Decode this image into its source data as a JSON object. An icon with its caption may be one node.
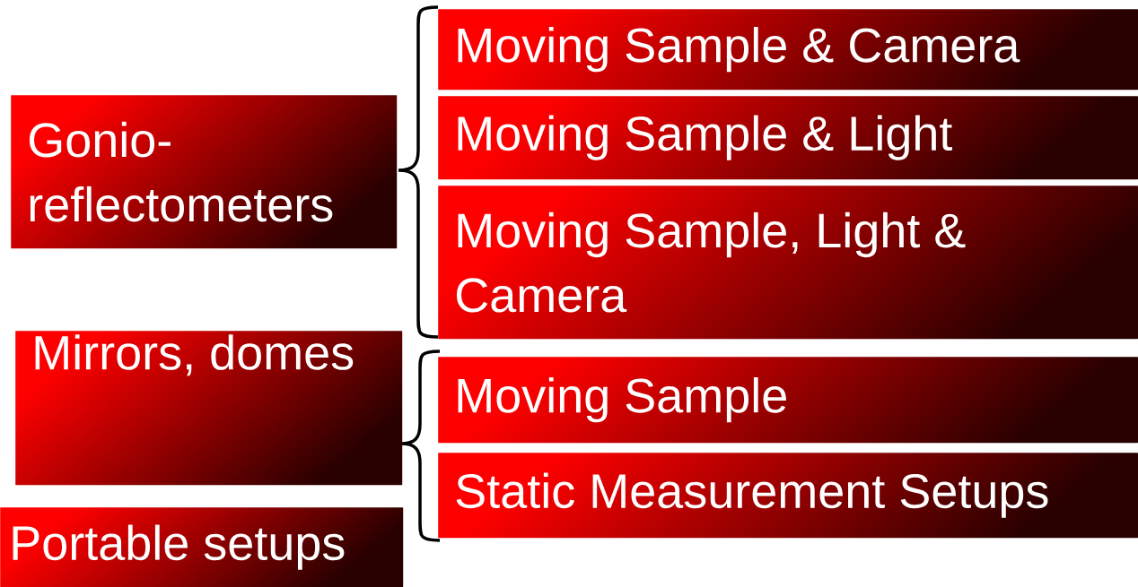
{
  "diagram": {
    "nodes": [
      {
        "text": [
          "Gonio- reflectometers"
        ]
      },
      {
        "text": [
          "Moving Sample & Camera"
        ]
      },
      {
        "text": [
          "Moving Sample & Light"
        ]
      },
      {
        "text": [
          "Moving Sample, Light & Camera"
        ]
      },
      {
        "text": [
          "Mirrors, domes"
        ]
      },
      {
        "text": [
          "Moving Sample"
        ]
      },
      {
        "text": [
          "Static Measurement Setups"
        ]
      },
      {
        "text": [
          "Portable setups"
        ]
      }
    ]
  }
}
